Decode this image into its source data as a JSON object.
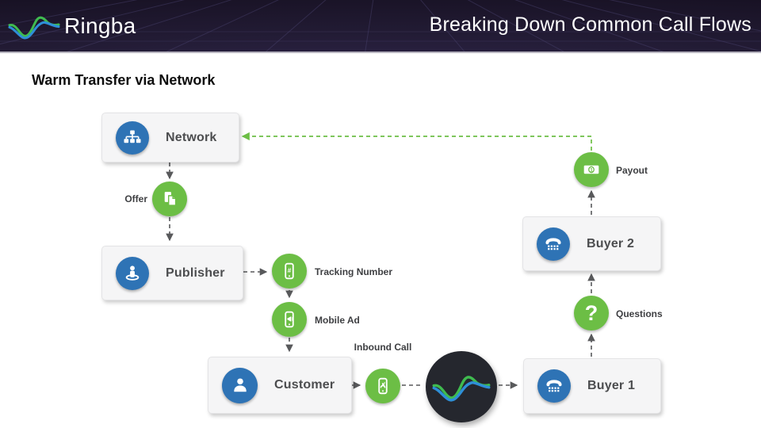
{
  "header": {
    "brand": "Ringba",
    "title": "Breaking Down Common Call Flows"
  },
  "heading": "Warm Transfer via Network",
  "diagram": {
    "nodes": {
      "network": {
        "label": "Network",
        "icon": "sitemap-icon"
      },
      "publisher": {
        "label": "Publisher",
        "icon": "person-marker-icon"
      },
      "customer": {
        "label": "Customer",
        "icon": "person-icon"
      },
      "buyer1": {
        "label": "Buyer 1",
        "icon": "phone-keypad-icon"
      },
      "buyer2": {
        "label": "Buyer 2",
        "icon": "phone-keypad-icon"
      }
    },
    "steps": {
      "offer": {
        "label": "Offer",
        "icon": "documents-icon"
      },
      "tracking_number": {
        "label": "Tracking Number",
        "icon": "phone-hash-icon",
        "glyph": "#"
      },
      "mobile_ad": {
        "label": "Mobile Ad",
        "icon": "phone-megaphone-icon"
      },
      "inbound_call": {
        "label": "Inbound Call",
        "icon": "phone-incoming-icon"
      },
      "questions": {
        "label": "Questions",
        "icon": "question-icon",
        "glyph": "?"
      },
      "payout": {
        "label": "Payout",
        "icon": "money-bill-icon",
        "glyph": "1"
      }
    },
    "hub": {
      "name": "ringba-platform",
      "icon": "ringba-waveform-icon"
    },
    "colors": {
      "step_green": "#6cbe45",
      "node_blue": "#2e73b5",
      "connector_gray": "#58595b",
      "payout_flow_green": "#6cbe45",
      "header_bg": "#1c1628",
      "hub_dark": "#25272e"
    }
  }
}
